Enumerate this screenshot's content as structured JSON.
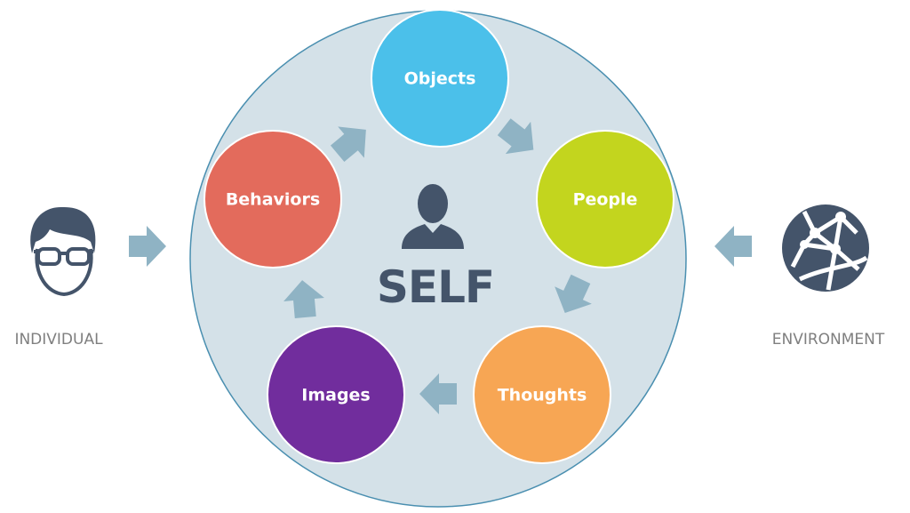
{
  "center": {
    "label": "SELF"
  },
  "nodes": [
    {
      "label": "Objects",
      "color": "#4bc0ea"
    },
    {
      "label": "People",
      "color": "#c3d51e"
    },
    {
      "label": "Thoughts",
      "color": "#f7a654"
    },
    {
      "label": "Images",
      "color": "#712d9d"
    },
    {
      "label": "Behaviors",
      "color": "#e36b5c"
    }
  ],
  "left": {
    "label": "INDIVIDUAL"
  },
  "right": {
    "label": "ENVIRONMENT"
  },
  "colors": {
    "circle_fill": "#d4e1e8",
    "circle_stroke": "#4a8fb0",
    "arrow": "#8fb3c4",
    "icon": "#44546a"
  }
}
